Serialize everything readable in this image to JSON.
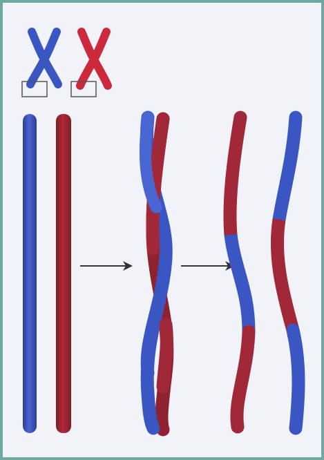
{
  "diagram": {
    "type": "chromosome-crossing-over",
    "colors": {
      "frame_border": "#6fa8a0",
      "background": "#f1f3f9",
      "maternal_blue": "#3a56c2",
      "maternal_blue_dark": "#2c3f96",
      "paternal_red": "#cc2a3a",
      "paternal_red_dark": "#8e2230",
      "arrow": "#333333",
      "box": "#555555"
    },
    "stages": [
      {
        "name": "homologous-chromosomes",
        "chromosomes": [
          "blue",
          "red"
        ]
      },
      {
        "name": "crossing-over",
        "chromosomes": [
          "blue-red-twisted"
        ]
      },
      {
        "name": "recombined-chromatids",
        "chromosomes": [
          "red-blue-red",
          "blue-red-blue"
        ]
      }
    ],
    "arrows": 2,
    "icons": [
      "blue-x-chromosome-icon",
      "red-x-chromosome-icon",
      "highlight-box-icon",
      "arrow-right-icon"
    ]
  }
}
